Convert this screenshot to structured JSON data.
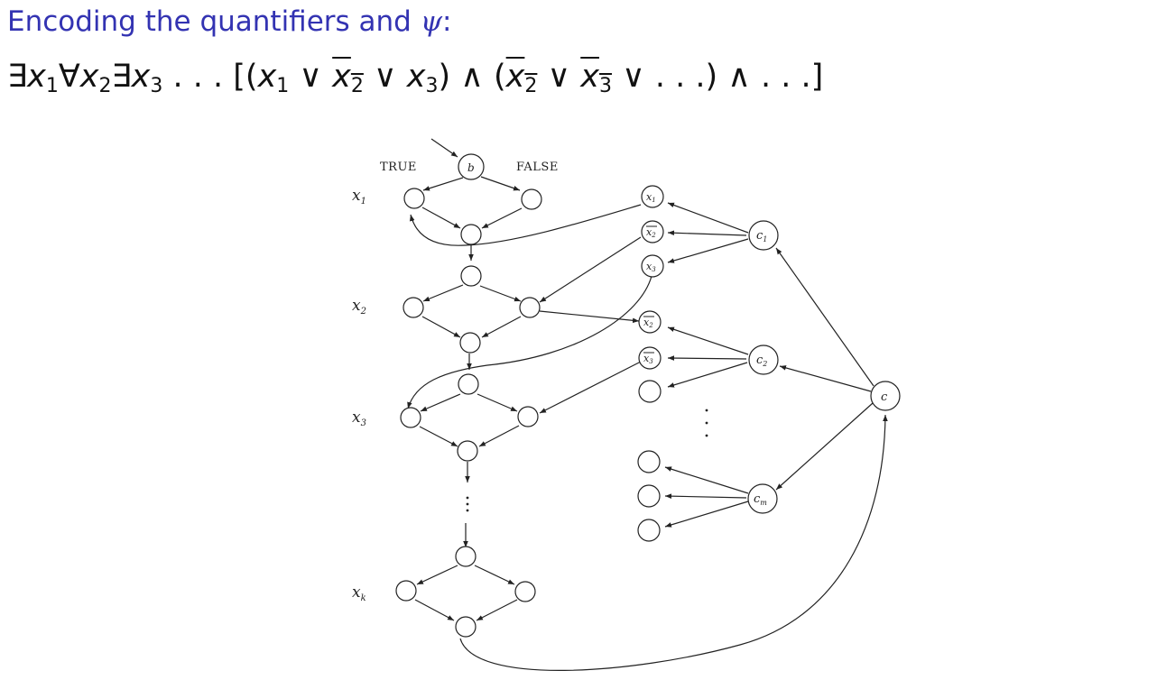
{
  "slide": {
    "title_prefix": "Encoding the quantifiers and ",
    "title_math": "ψ",
    "title_suffix": ":"
  },
  "formula": {
    "q1": "∃",
    "v1": "x",
    "s1": "1",
    "q2": "∀",
    "v2": "x",
    "s2": "2",
    "q3": "∃",
    "v3": "x",
    "s3": "3",
    "dots": " . . . ",
    "open": "[(",
    "c1a_v": "x",
    "c1a_s": "1",
    "or": " ∨ ",
    "c1b_v": "x",
    "c1b_s": "2",
    "c1c_v": "x",
    "c1c_s": "3",
    "close_and": ") ∧ (",
    "c2a_v": "x",
    "c2a_s": "2",
    "c2b_v": "x",
    "c2b_s": "3",
    "c2tail": " ∨ . . .) ∧ . . .]"
  },
  "diagram": {
    "labels": {
      "true": "TRUE",
      "false": "FALSE",
      "start": "b",
      "x1": "x",
      "x1s": "1",
      "x2": "x",
      "x2s": "2",
      "x3": "x",
      "x3s": "3",
      "xk": "x",
      "xks": "k",
      "lit1": "x",
      "lit1s": "1",
      "lit2": "x",
      "lit2s": "2",
      "lit3": "x",
      "lit3s": "3",
      "lit4": "x",
      "lit4s": "2",
      "lit5": "x",
      "lit5s": "3",
      "c1": "c",
      "c1s": "1",
      "c2": "c",
      "c2s": "2",
      "cm": "c",
      "cms": "m",
      "c": "c"
    }
  }
}
